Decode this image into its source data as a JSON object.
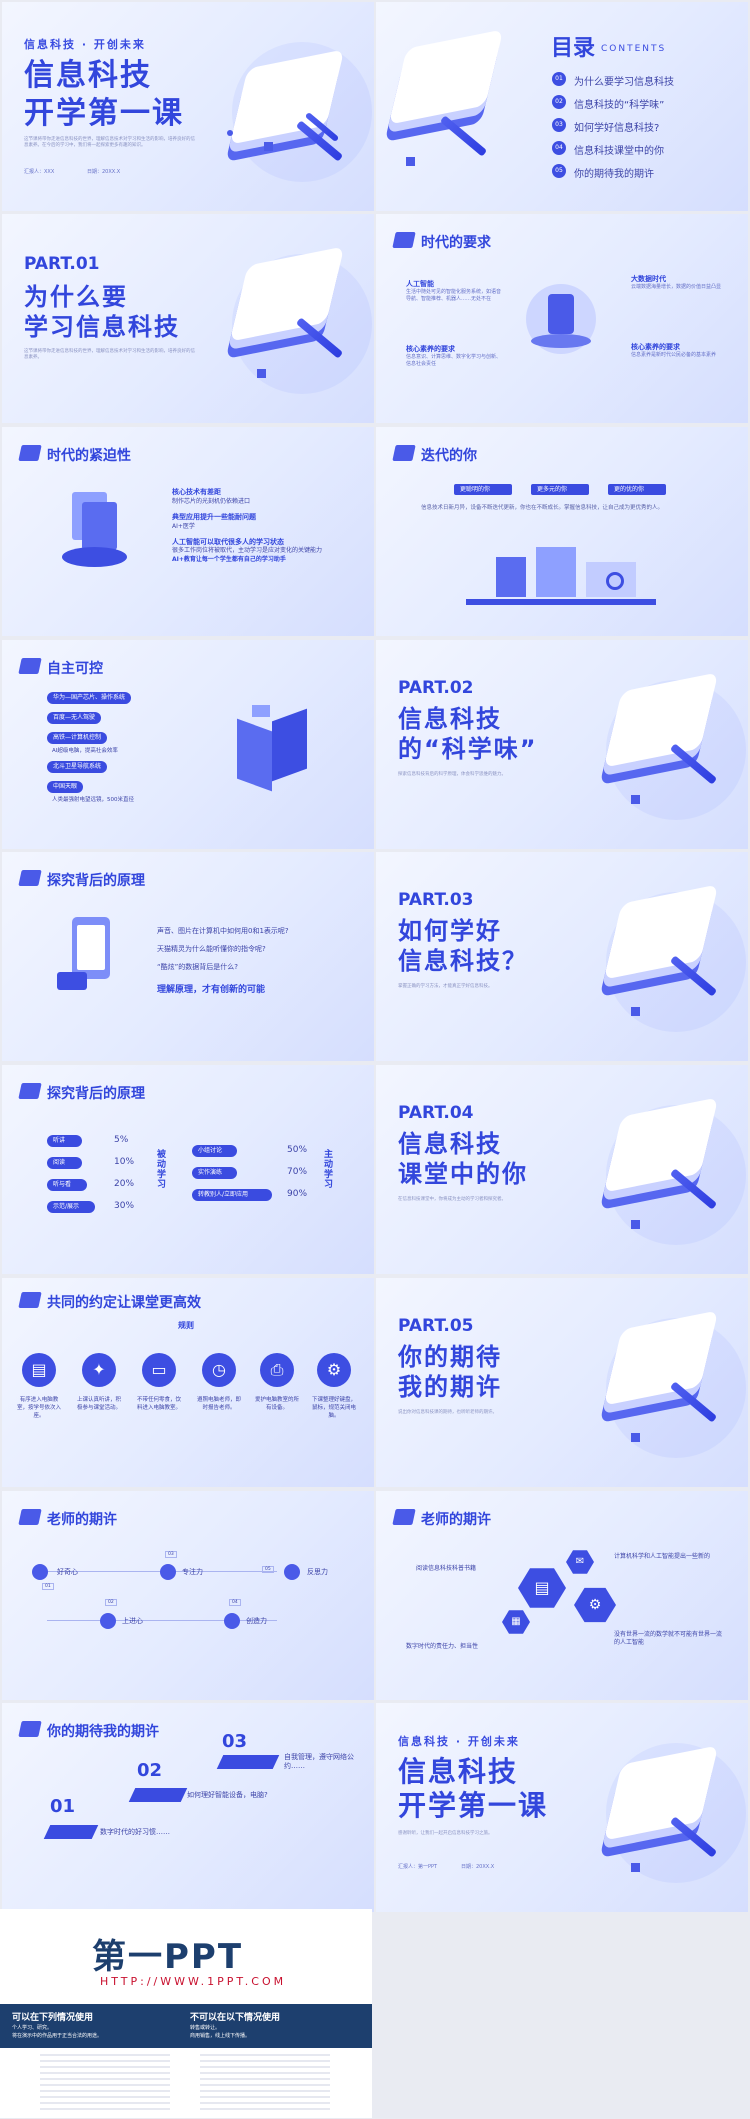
{
  "s1": {
    "tagline": "信息科技 · 开创未来",
    "title_l1": "信息科技",
    "title_l2": "开学第一课",
    "desc": "这节课将带你走进信息科技的世界，理解信息技术对学习和生活的影响，培养良好的信息素养。在今后的学习中，我们将一起探索更多有趣的知识。",
    "author": "汇报人：XXX",
    "date": "日期：20XX.X"
  },
  "toc": {
    "title": "目录",
    "sub": "CONTENTS",
    "items": [
      {
        "n": "01",
        "t": "为什么要学习信息科技"
      },
      {
        "n": "02",
        "t": "信息科技的“科学味”"
      },
      {
        "n": "03",
        "t": "如何学好信息科技?"
      },
      {
        "n": "04",
        "t": "信息科技课堂中的你"
      },
      {
        "n": "05",
        "t": "你的期待我的期许"
      }
    ]
  },
  "p1": {
    "part": "PART.01",
    "l1": "为什么要",
    "l2": "学习信息科技",
    "desc": "这节课将带你走进信息科技的世界，理解信息技术对学习和生活的影响，培养良好的信息素养。"
  },
  "req": {
    "title": "时代的要求",
    "a_title": "人工智能",
    "a_text": "生活中随处可见的智能化服务系统，如语音导航、智能推荐、机器人……无处不在",
    "b_title": "核心素养的要求",
    "b_text": "信息意识、计算思维、数字化学习与创新、信息社会责任",
    "c_title": "大数据时代",
    "c_text": "云端数据海量增长，数据的价值日益凸显",
    "d_title": "核心素养的要求",
    "d_text": "信息素养是新时代公民必备的基本素养"
  },
  "urg": {
    "title": "时代的紧迫性",
    "i1": "核心技术有差距",
    "i1t": "制作芯片的光刻机仍依赖进口",
    "i2": "典型应用提升一些能耐问题",
    "i2t": "AI+医学",
    "i3": "人工智能可以取代很多人的学习状态",
    "i3t": "很多工作岗位将被取代，主动学习是应对变化的关键能力",
    "i4": "AI+教育让每一个学生都有自己的学习助手"
  },
  "you": {
    "title": "迭代的你",
    "p1": "更聪明的你",
    "p2": "更多元的你",
    "p3": "更的优的你",
    "text": "信息技术日新月异，设备不断迭代更新，你也在不断成长。掌握信息科技，让自己成为更优秀的人。"
  },
  "self": {
    "title": "自主可控",
    "items": [
      "华为—国产芯片、操作系统",
      "百度—无人驾驶",
      "高铁—计算机控制",
      "北斗卫星导航系统",
      "中国天眼"
    ],
    "notes": [
      "",
      "",
      "AI超级电脑，提高社会效率",
      "",
      "人类最强射电望远镜，500米直径"
    ]
  },
  "p2": {
    "part": "PART.02",
    "l1": "信息科技",
    "l2": "的“科学味”",
    "desc": "探索信息科技背后的科学原理，体会科学思维的魅力。"
  },
  "prin": {
    "title": "探究背后的原理",
    "q1": "声音、图片在计算机中如何用0和1表示呢?",
    "q2": "天猫精灵为什么能听懂你的指令呢?",
    "q3": "“酷炫”的数据背后是什么?",
    "conclusion": "理解原理，才有创新的可能"
  },
  "p3": {
    "part": "PART.03",
    "l1": "如何学好",
    "l2": "信息科技？",
    "desc": "掌握正确的学习方法，才能真正学好信息科技。"
  },
  "pyr": {
    "title": "探究背后的原理",
    "left": [
      {
        "k": "听讲",
        "v": "5%"
      },
      {
        "k": "阅读",
        "v": "10%"
      },
      {
        "k": "听与看",
        "v": "20%"
      },
      {
        "k": "示范/展示",
        "v": "30%"
      }
    ],
    "left_label": "被动学习",
    "right": [
      {
        "k": "小组讨论",
        "v": "50%"
      },
      {
        "k": "实作演练",
        "v": "70%"
      },
      {
        "k": "转教别人/立即应用",
        "v": "90%"
      }
    ],
    "right_label": "主动学习"
  },
  "p4": {
    "part": "PART.04",
    "l1": "信息科技",
    "l2": "课堂中的你",
    "desc": "在信息科技课堂中，你将成为主动的学习者和探究者。"
  },
  "rules": {
    "title": "共同的约定让课堂更高效",
    "sub": "规则",
    "items": [
      "有序进入电脑教室，按学号依次入座。",
      "上课认真听讲，积极参与课堂活动。",
      "不带任何零食，饮料进入电脑教室。",
      "遵照电脑老师，即时报告老师。",
      "爱护电脑教室的所有设备。",
      "下课整理好键盘，鼠标，规范关闭电脑。"
    ]
  },
  "p5": {
    "part": "PART.05",
    "l1": "你的期待",
    "l2": "我的期许",
    "desc": "说出你对信息科技课的期待，也听听老师的期许。"
  },
  "t1": {
    "title": "老师的期许",
    "a": "好奇心",
    "b": "专注力",
    "c": "反思力",
    "d": "上进心",
    "e": "创造力",
    "n1": "01",
    "n2": "02",
    "n3": "03",
    "n4": "04",
    "n5": "05"
  },
  "t2": {
    "title": "老师的期许",
    "a": "阅读信息科技科普书籍",
    "b": "计算机科学和人工智能提出一些新的",
    "c": "数字时代的责任力、担当性",
    "d": "没有世界一流的数学就不可能有世界一流的人工智能"
  },
  "exp": {
    "title": "你的期待我的期许",
    "s1": "01",
    "s2": "02",
    "s3": "03",
    "t1": "数字时代的好习惯……",
    "t2": "如何理好智能设备，电脑?",
    "t3": "自我管理，遵守网络公约……"
  },
  "end": {
    "tagline": "信息科技 · 开创未来",
    "l1": "信息科技",
    "l2": "开学第一课",
    "desc": "感谢聆听，让我们一起开启信息科技学习之旅。",
    "author": "汇报人：第一PPT",
    "date": "日期：20XX.X"
  },
  "ad": {
    "logo": "第一PPT",
    "url": "HTTP://WWW.1PPT.COM",
    "can": "可以在下列情况使用",
    "cannot": "不可以在以下情况使用",
    "can1": "个人学习、研究。",
    "can2": "将在演示中的作品用于正当合法的用途。",
    "no1": "转售或转让。",
    "no2": "商用销售，线上线下传播。"
  }
}
